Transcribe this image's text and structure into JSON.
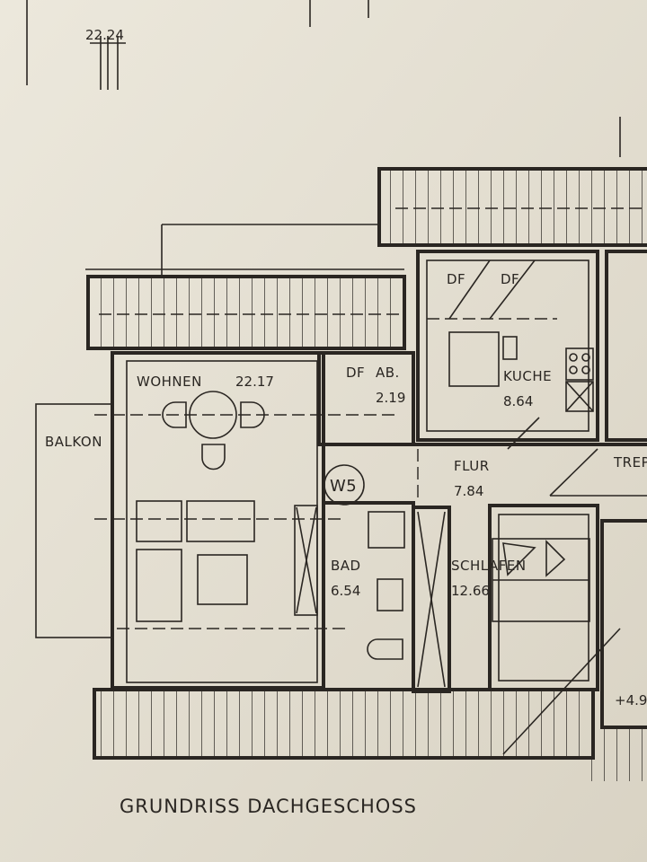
{
  "drawing": {
    "title": "GRUNDRISS DACHGESCHOSS",
    "dimension_top": "22.24",
    "unit": "W5",
    "rooms": [
      {
        "name": "WOHNEN",
        "area": "22.17"
      },
      {
        "name": "AB.",
        "area": "2.19",
        "tag": "DF"
      },
      {
        "name": "KUCHE",
        "area": "8.64"
      },
      {
        "name": "FLUR",
        "area": "7.84"
      },
      {
        "name": "BAD",
        "area": "6.54"
      },
      {
        "name": "SCHLAFEN",
        "area": "12.66"
      },
      {
        "name": "BALKON"
      },
      {
        "name": "TREP"
      }
    ],
    "kitchen_tags": [
      "DF",
      "DF"
    ],
    "level": "+4.9",
    "colors": {
      "paper": "#e8e3d6",
      "ink": "#2a2622"
    }
  }
}
